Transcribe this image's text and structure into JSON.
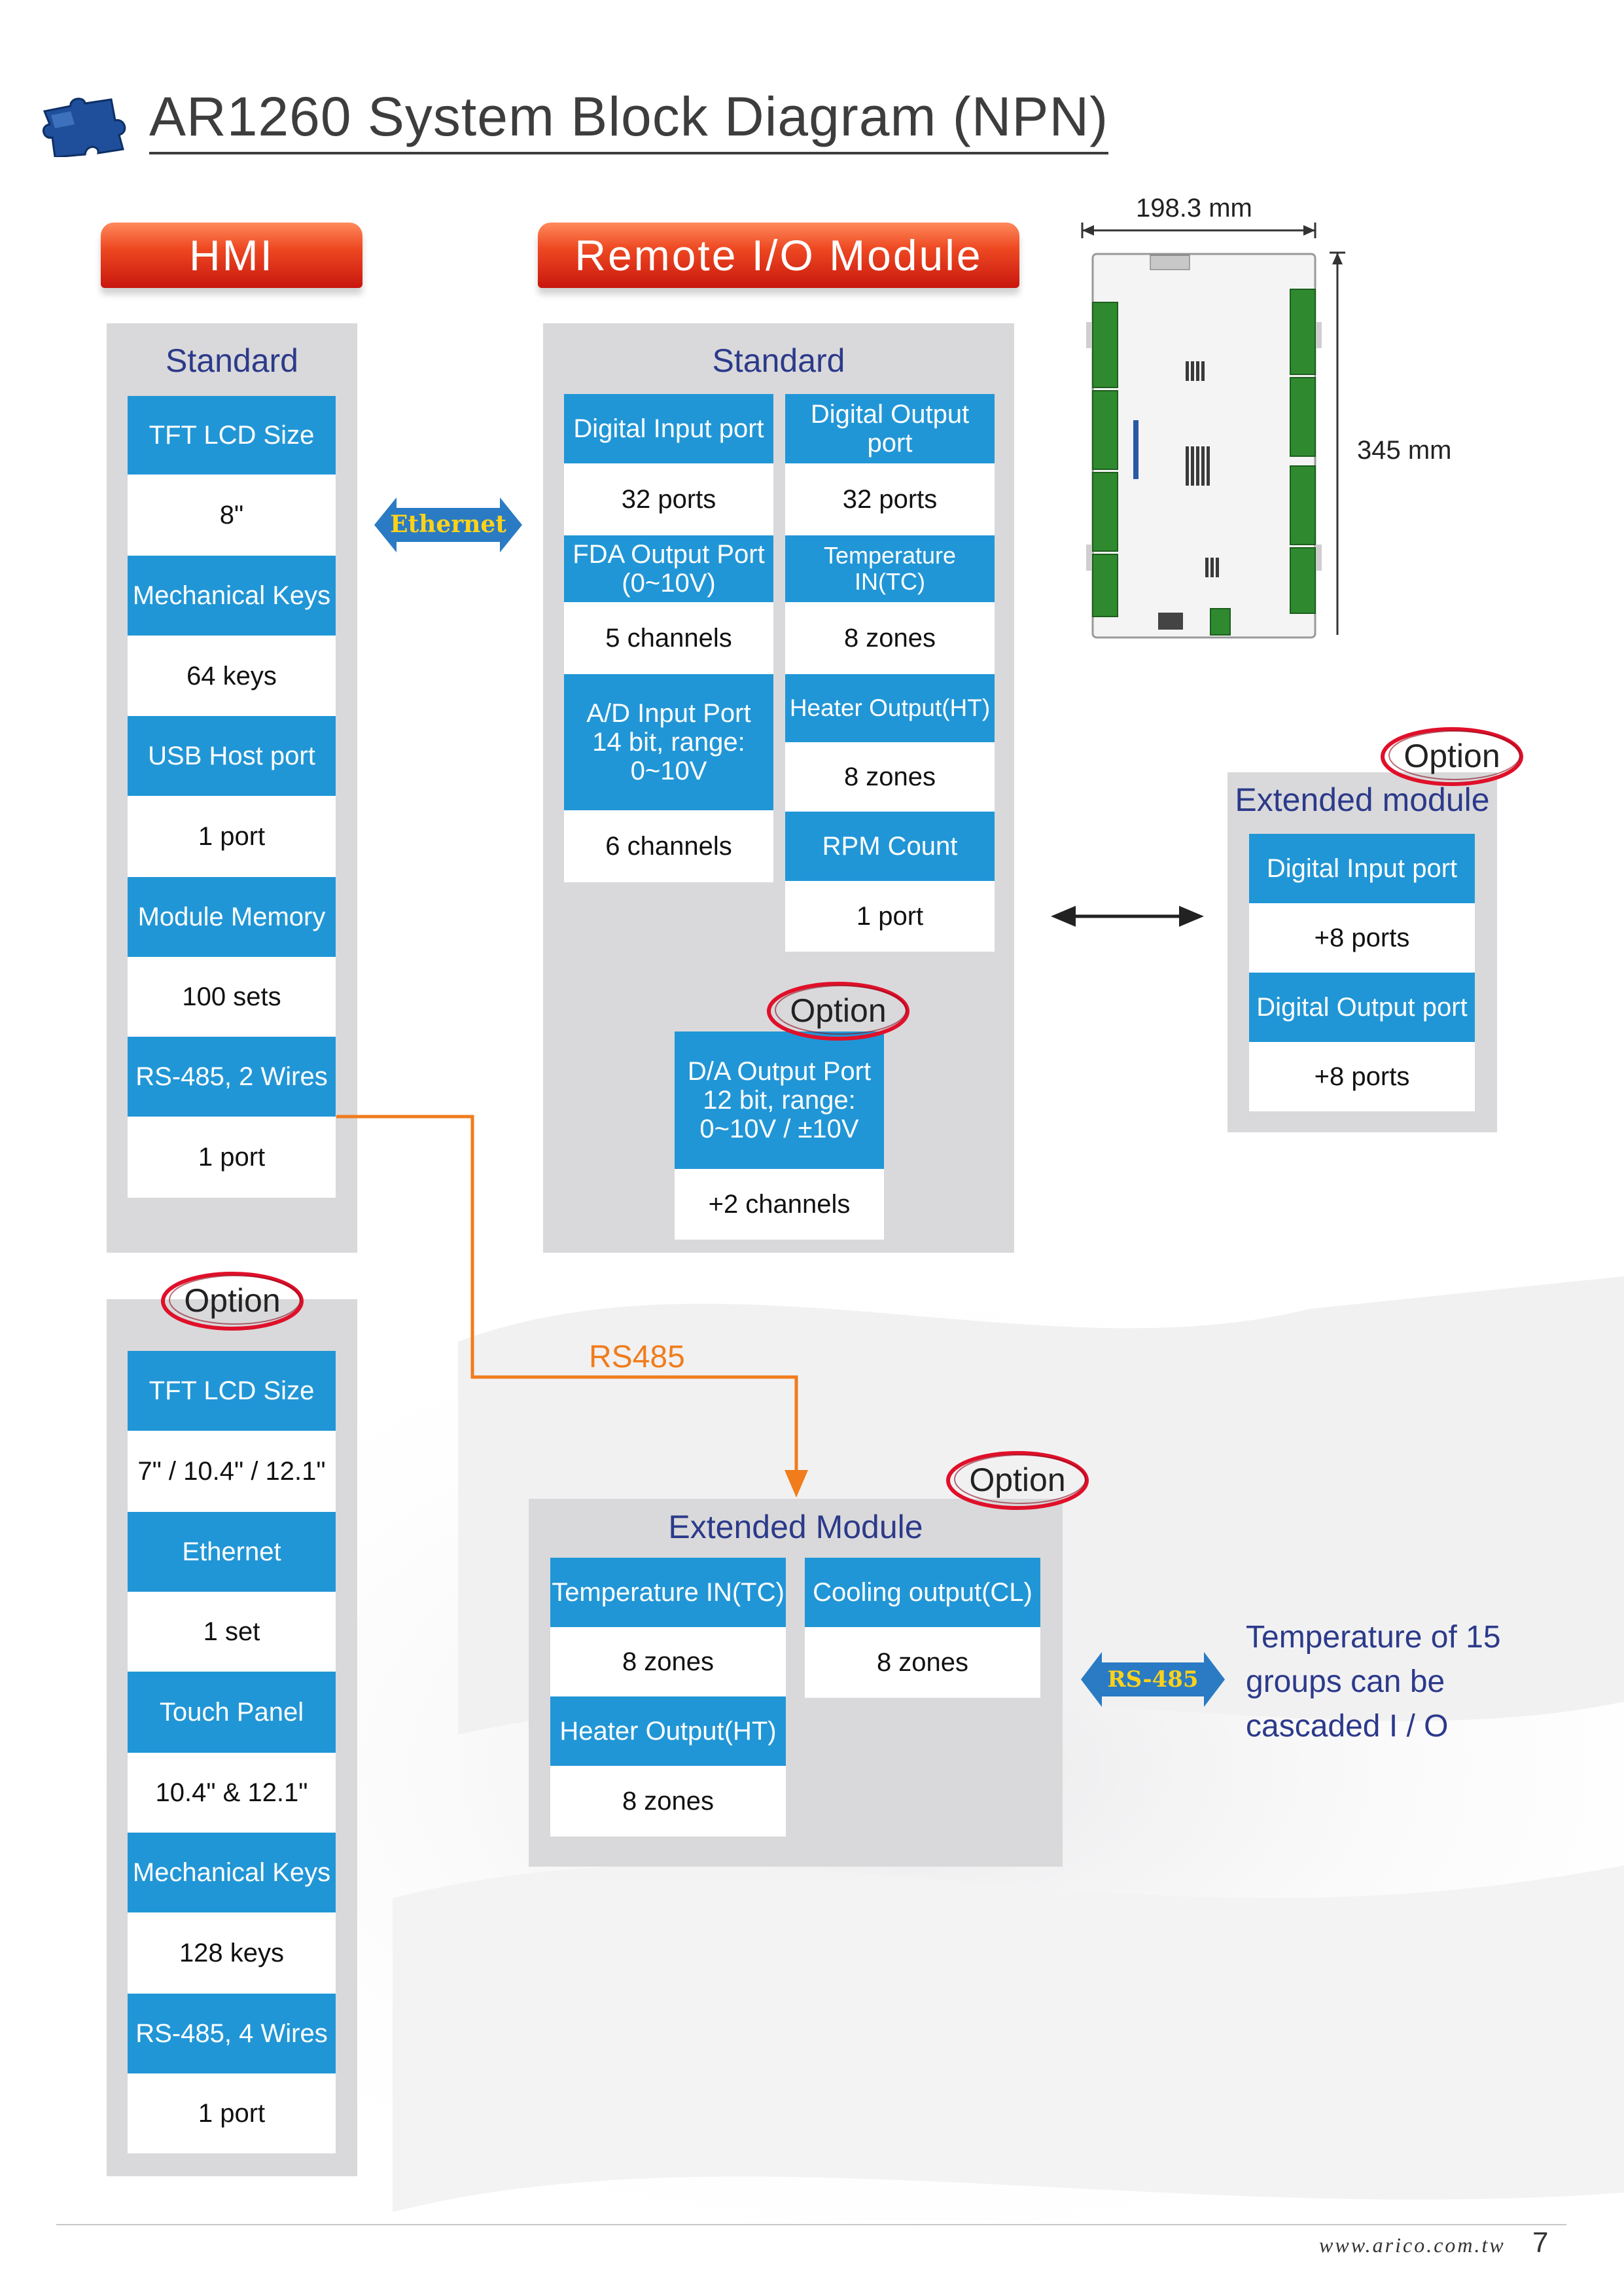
{
  "page": {
    "title": "AR1260 System Block Diagram (NPN)",
    "footer_url": "www.arico.com.tw",
    "page_number": "7"
  },
  "banners": {
    "hmi": "HMI",
    "remote": "Remote I/O Module"
  },
  "hmi_standard": {
    "heading": "Standard",
    "rows": [
      {
        "label": "TFT LCD Size",
        "value": "8\""
      },
      {
        "label": "Mechanical Keys",
        "value": "64 keys"
      },
      {
        "label": "USB Host port",
        "value": "1 port"
      },
      {
        "label": "Module Memory",
        "value": "100 sets"
      },
      {
        "label": "RS-485, 2 Wires",
        "value": "1 port"
      }
    ]
  },
  "hmi_option": {
    "badge": "Option",
    "rows": [
      {
        "label": "TFT LCD Size",
        "value": "7\" / 10.4\" / 12.1\""
      },
      {
        "label": "Ethernet",
        "value": "1 set"
      },
      {
        "label": "Touch Panel",
        "value": "10.4\" & 12.1\""
      },
      {
        "label": "Mechanical Keys",
        "value": "128 keys"
      },
      {
        "label": "RS-485, 4 Wires",
        "value": "1 port"
      }
    ]
  },
  "connectors": {
    "ethernet": "Ethernet",
    "rs485_line": "RS485",
    "rs485_arrow": "RS-485"
  },
  "remote_standard": {
    "heading": "Standard",
    "left": [
      {
        "label": "Digital Input port",
        "value": "32 ports"
      },
      {
        "label": "FDA Output Port\n(0~10V)",
        "value": "5 channels"
      },
      {
        "label": "A/D Input Port\n14 bit, range:\n0~10V",
        "value": "6 channels"
      }
    ],
    "right": [
      {
        "label": "Digital Output port",
        "value": "32 ports"
      },
      {
        "label": "Temperature IN(TC)",
        "value": "8 zones"
      },
      {
        "label": "Heater Output(HT)",
        "value": "8 zones"
      },
      {
        "label": "RPM Count",
        "value": "1 port"
      }
    ]
  },
  "da_option": {
    "badge": "Option",
    "label": "D/A Output Port\n12 bit, range:\n0~10V / ±10V",
    "value": "+2 channels"
  },
  "board": {
    "width_label": "198.3 mm",
    "height_label": "345 mm"
  },
  "extended_module_right": {
    "badge": "Option",
    "heading": "Extended module",
    "rows": [
      {
        "label": "Digital Input port",
        "value": "+8 ports"
      },
      {
        "label": "Digital Output port",
        "value": "+8 ports"
      }
    ]
  },
  "extended_module_bottom": {
    "badge": "Option",
    "heading": "Extended Module",
    "left": [
      {
        "label": "Temperature IN(TC)",
        "value": "8 zones"
      },
      {
        "label": "Heater Output(HT)",
        "value": "8 zones"
      }
    ],
    "right": [
      {
        "label": "Cooling output(CL)",
        "value": "8 zones"
      }
    ]
  },
  "cascade_note": [
    "Temperature of 15",
    "groups can be",
    "cascaded I / O"
  ],
  "colors": {
    "cell_blue": "#2196d6",
    "panel_gray": "#d9d9db",
    "heading_navy": "#2c3a8a",
    "banner_red": "#e03a1c",
    "link_orange": "#f07c1c",
    "option_ring": "#e0102a"
  }
}
